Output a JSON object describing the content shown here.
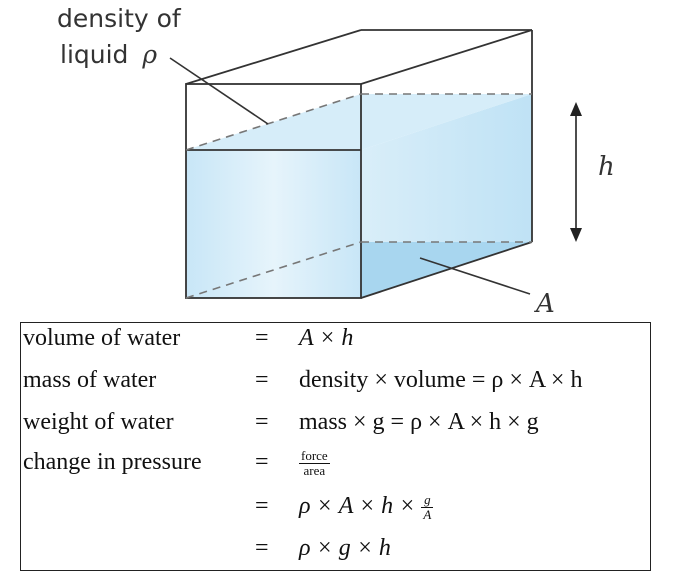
{
  "diagram": {
    "density_label_line1": "density of",
    "density_label_line2": "liquid",
    "density_symbol": "ρ",
    "height_label": "h",
    "area_label": "A",
    "colors": {
      "water": "#bfe2f5",
      "water_dark": "#a8d6ef",
      "edge": "#333333",
      "dash": "#777777"
    }
  },
  "equations": [
    {
      "left": "volume of water",
      "eq": "=",
      "right": "A × h"
    },
    {
      "left": "mass of water",
      "eq": "=",
      "right": "density × volume = ρ × A × h"
    },
    {
      "left": "weight of water",
      "eq": "=",
      "right": "mass × g = ρ × A × h × g"
    },
    {
      "left": "change in pressure",
      "eq": "=",
      "frac_num": "force",
      "frac_den": "area"
    },
    {
      "left": "",
      "eq": "=",
      "right": "ρ × A × h ×",
      "frac_num": "g",
      "frac_den": "A"
    },
    {
      "left": "",
      "eq": "=",
      "right": "ρ × g × h"
    }
  ]
}
